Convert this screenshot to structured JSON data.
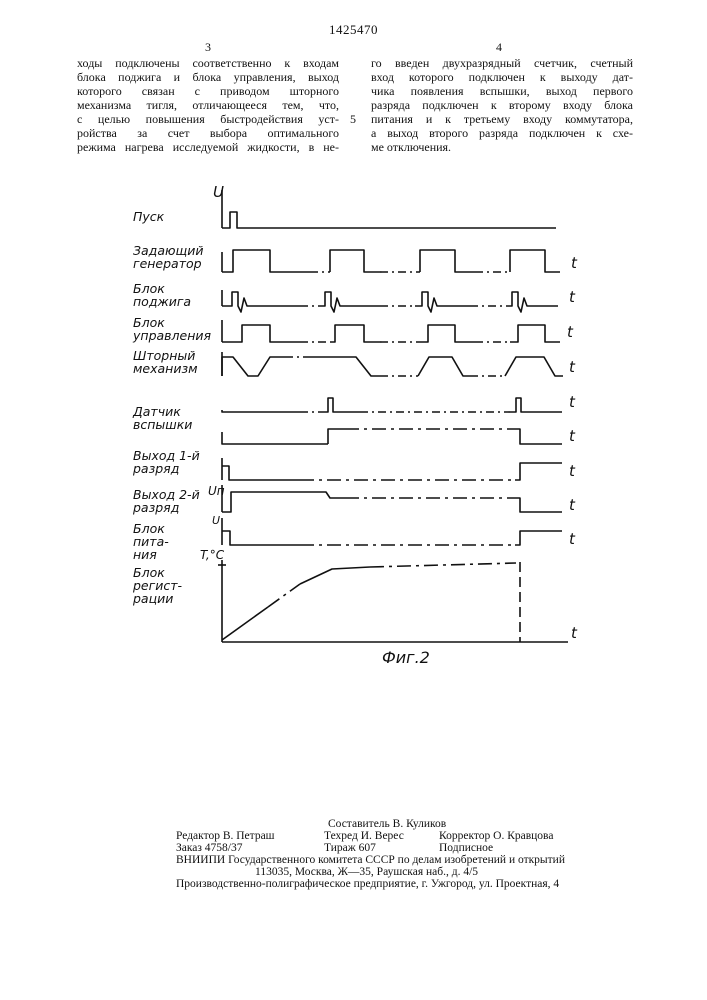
{
  "header": {
    "patent_number": "1425470",
    "left_column_number": "3",
    "right_column_number": "4",
    "line_marker": "5"
  },
  "left_column": [
    "ходы подключены соответственно к входам",
    "блока поджига и блока управления, выход",
    "которого связан с приводом шторного",
    "механизма тигля, отличающееся тем, что,",
    "с целью повышения быстродействия уст-",
    "ройства за счет выбора оптимального",
    "режима нагрева исследуемой жидкости, в не-"
  ],
  "right_column": [
    "го введен двухразрядный счетчик, счетный",
    "вход которого подключен к выходу дат-",
    "чика появления вспышки, выход первого",
    "разряда подключен к второму входу блока",
    "питания и к третьему входу коммутатора,",
    "а выход второго разряда подключен к схе-",
    "ме отключения."
  ],
  "figure": {
    "caption": "Фиг.2",
    "axis_u_top": "U",
    "axis_un": "Uп",
    "axis_u_small": "U",
    "axis_temp": "T,°C",
    "time_label": "t",
    "rows": [
      {
        "id": "pusk",
        "label": "Пуск"
      },
      {
        "id": "gen",
        "label": "Задающий генератор"
      },
      {
        "id": "podzhig",
        "label": "Блок поджига"
      },
      {
        "id": "upr",
        "label": "Блок управления"
      },
      {
        "id": "shtor",
        "label": "Шторный механизм"
      },
      {
        "id": "datchik",
        "label": "Датчик вспышки"
      },
      {
        "id": "vyh1",
        "label": "Выход 1-й разряд"
      },
      {
        "id": "vyh2",
        "label": "Выход 2-й разряд"
      },
      {
        "id": "pitanie",
        "label": "Блок пита- ния"
      },
      {
        "id": "registr",
        "label": "Блок регист- рации"
      }
    ]
  },
  "footer": {
    "compiler": "Составитель В. Куликов",
    "editor": "Редактор В. Петраш",
    "techred": "Техред И. Верес",
    "corrector": "Корректор О. Кравцова",
    "order": "Заказ 4758/37",
    "circulation": "Тираж 607",
    "subscription": "Подписное",
    "institute": "ВНИИПИ Государственного комитета СССР по делам изобретений и открытий",
    "address": "113035, Москва, Ж—35, Раушская наб., д. 4/5",
    "printer": "Производственно-полиграфическое предприятие, г. Ужгород, ул. Проектная, 4"
  }
}
